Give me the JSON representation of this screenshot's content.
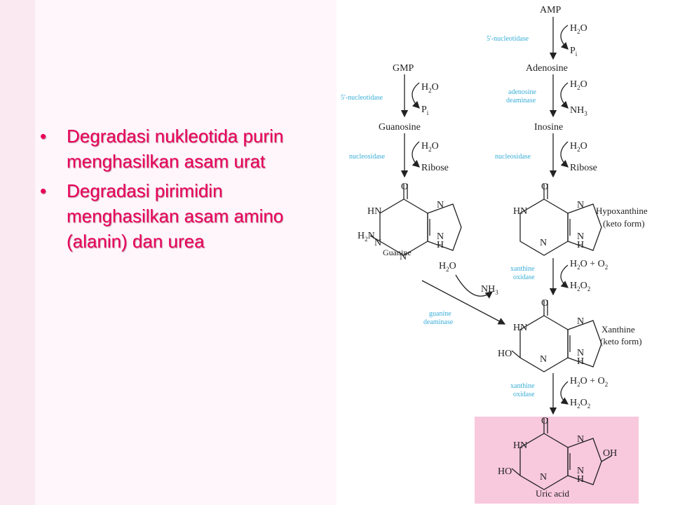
{
  "bullets": [
    {
      "marker": "•",
      "text": "Degradasi nukleotida purin menghasilkan asam urat"
    },
    {
      "marker": "•",
      "text": "Degradasi pirimidin menghasilkan asam amino (alanin) dan urea"
    }
  ],
  "colors": {
    "bullet_text": "#e8005a",
    "enzyme": "#3aaed8",
    "uric_box": "#f8c8dc"
  },
  "pathway": {
    "compounds": {
      "amp": "AMP",
      "gmp": "GMP",
      "adenosine": "Adenosine",
      "guanosine": "Guanosine",
      "inosine": "Inosine",
      "guanine": "Guanine",
      "hypoxanthine": "Hypoxanthine",
      "hypoxanthine_form": "(keto form)",
      "xanthine": "Xanthine",
      "xanthine_form": "(keto form)",
      "uric_acid": "Uric acid"
    },
    "enzymes": {
      "nucleotidase_amp": "5'-nucleotidase",
      "nucleotidase_gmp": "5'-nucleotidase",
      "adenosine_deaminase_1": "adenosine",
      "adenosine_deaminase_2": "deaminase",
      "nucleosidase_left": "nucleosidase",
      "nucleosidase_right": "nucleosidase",
      "xanthine_oxidase_1a": "xanthine",
      "xanthine_oxidase_1b": "oxidase",
      "xanthine_oxidase_2a": "xanthine",
      "xanthine_oxidase_2b": "oxidase",
      "guanine_deaminase_1": "guanine",
      "guanine_deaminase_2": "deaminase"
    },
    "reagents": {
      "h2o": "H",
      "h2o_sub": "2",
      "h2o_tail": "O",
      "pi": "P",
      "pi_sub": "i",
      "nh3": "NH",
      "nh3_sub": "3",
      "ribose": "Ribose",
      "o2_plus": "O + O",
      "o2_sub": "2",
      "h2o2": "H",
      "h2o2_sub1": "2",
      "h2o2_mid": "O",
      "h2o2_sub2": "2"
    },
    "atoms": {
      "o": "O",
      "n": "N",
      "hn": "HN",
      "h": "H",
      "nh2": "H",
      "nh2_sub": "2",
      "nh2_tail": "N",
      "ho": "HO",
      "oh": "OH"
    }
  }
}
